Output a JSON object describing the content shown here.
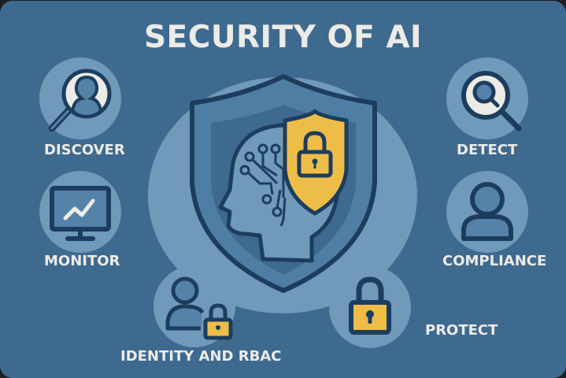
{
  "title": "SECURITY OF AI",
  "colors": {
    "background": "#3f6a8f",
    "circle": "#7199b9",
    "stroke": "#1d3d5e",
    "accent_yellow": "#eebd48",
    "text": "#ecebe6",
    "shield_inner": "#5482a8"
  },
  "center": {
    "icon": "shield-ai-head-lock-icon"
  },
  "nodes": [
    {
      "label": "DISCOVER",
      "icon": "magnify-user-icon"
    },
    {
      "label": "MONITOR",
      "icon": "monitor-chart-icon"
    },
    {
      "label": "IDENTITY AND RBAC",
      "icon": "user-lock-icon"
    },
    {
      "label": "PROTECT",
      "icon": "padlock-icon"
    },
    {
      "label": "COMPLIANCE",
      "icon": "user-icon"
    },
    {
      "label": "DETECT",
      "icon": "magnifier-icon"
    }
  ]
}
